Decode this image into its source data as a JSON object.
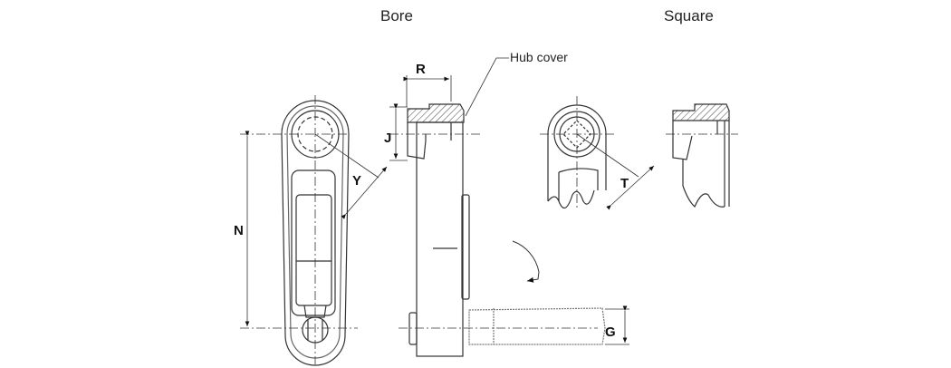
{
  "titles": {
    "bore": "Bore",
    "square": "Square"
  },
  "callouts": {
    "hub_cover": "Hub cover"
  },
  "dimensions": {
    "R": "R",
    "J": "J",
    "Y": "Y",
    "N": "N",
    "T": "T",
    "G": "G"
  }
}
